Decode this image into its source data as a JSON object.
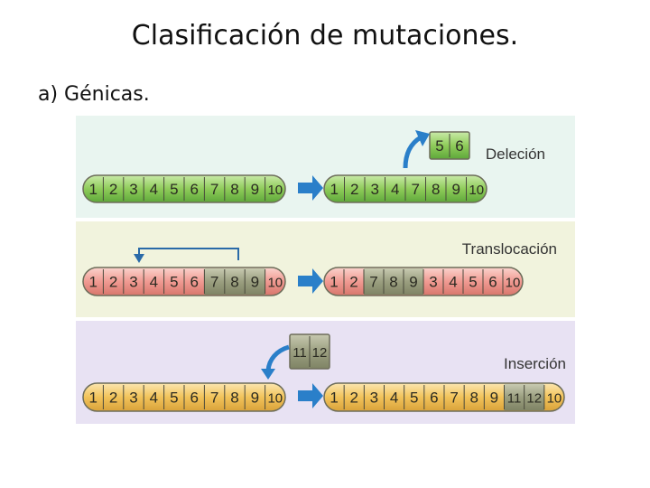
{
  "slide": {
    "title": "Clasificación de mutaciones.",
    "subtitle": "a) Génicas."
  },
  "colors": {
    "panel_green": "#e9f5f0",
    "panel_yellow": "#f1f3dd",
    "panel_purple": "#e8e2f3",
    "chrom_green": "#8fcc5a",
    "chrom_red": "#f09a92",
    "chrom_yellow": "#f2c35a",
    "highlight_gray": "#9b9f80",
    "arrow_blue": "#2a7fc9"
  },
  "panels": [
    {
      "label": "Deleción",
      "original": [
        "1",
        "2",
        "3",
        "4",
        "5",
        "6",
        "7",
        "8",
        "9",
        "10"
      ],
      "result": [
        "1",
        "2",
        "3",
        "4",
        "7",
        "8",
        "9",
        "10"
      ],
      "segment": [
        "5",
        "6"
      ]
    },
    {
      "label": "Translocación",
      "original": [
        "1",
        "2",
        "3",
        "4",
        "5",
        "6",
        "7",
        "8",
        "9",
        "10"
      ],
      "result": [
        "1",
        "2",
        "7",
        "8",
        "9",
        "3",
        "4",
        "5",
        "6",
        "10"
      ]
    },
    {
      "label": "Inserción",
      "original": [
        "1",
        "2",
        "3",
        "4",
        "5",
        "6",
        "7",
        "8",
        "9",
        "10"
      ],
      "result": [
        "1",
        "2",
        "3",
        "4",
        "5",
        "6",
        "7",
        "8",
        "9",
        "11",
        "12",
        "10"
      ],
      "segment": [
        "11",
        "12"
      ]
    }
  ]
}
